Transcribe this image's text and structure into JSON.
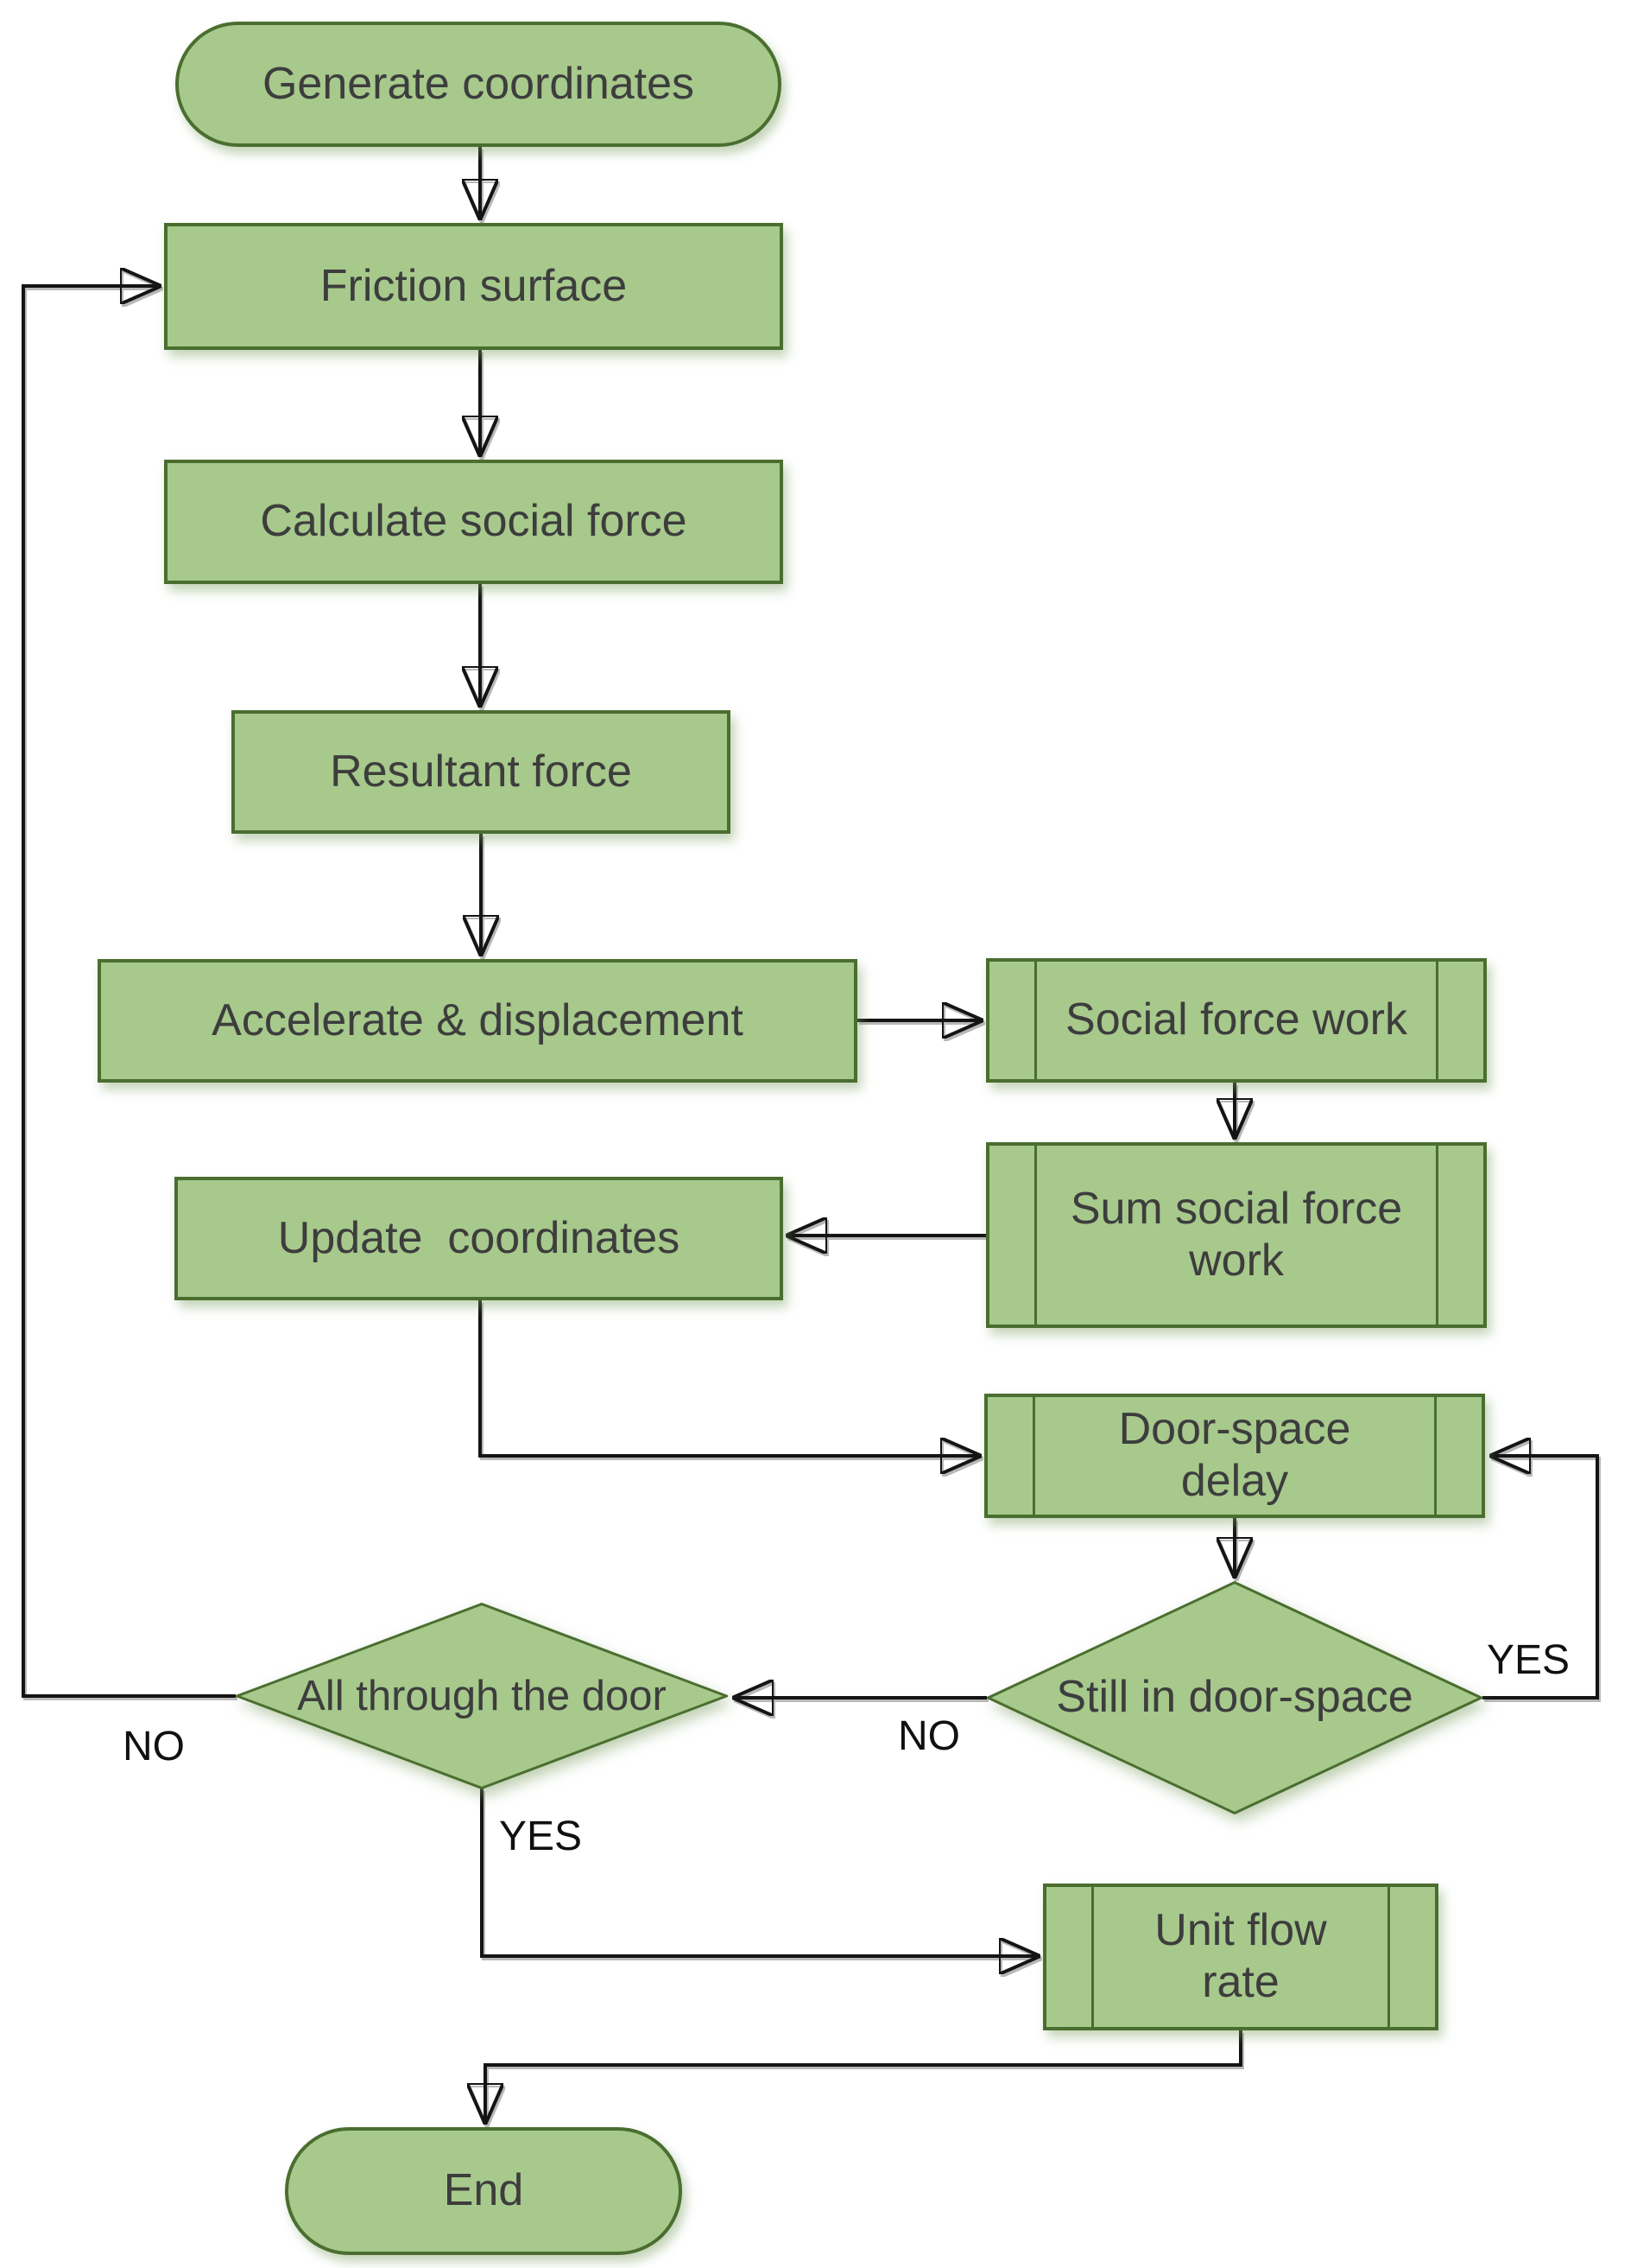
{
  "colors": {
    "node_fill": "#a7c98c",
    "node_border": "#4a6e2f",
    "node_text": "#3d3d3d",
    "edge_line": "#141414",
    "background": "#ffffff"
  },
  "nodes": {
    "start": {
      "label": "Generate coordinates",
      "type": "terminator"
    },
    "friction_surface": {
      "label": "Friction surface",
      "type": "process"
    },
    "calculate_social_force": {
      "label": "Calculate social force",
      "type": "process"
    },
    "resultant_force": {
      "label": "Resultant force",
      "type": "process"
    },
    "accelerate_displacement": {
      "label": "Accelerate & displacement",
      "type": "process"
    },
    "social_force_work": {
      "label": "Social force work",
      "type": "predefined-process"
    },
    "sum_social_force_work": {
      "label": "Sum social force\nwork",
      "type": "predefined-process"
    },
    "update_coordinates": {
      "label": "Update  coordinates",
      "type": "process"
    },
    "door_space_delay": {
      "label": "Door-space\ndelay",
      "type": "predefined-process"
    },
    "still_in_door_space": {
      "label": "Still in door-space",
      "type": "decision"
    },
    "all_through_door": {
      "label": "All through the door",
      "type": "decision"
    },
    "unit_flow_rate": {
      "label": "Unit flow\nrate",
      "type": "predefined-process"
    },
    "end": {
      "label": "End",
      "type": "terminator"
    }
  },
  "edge_labels": {
    "still_yes": "YES",
    "still_no": "NO",
    "all_no": "NO",
    "all_yes": "YES"
  },
  "edges": [
    {
      "from": "start",
      "to": "friction_surface"
    },
    {
      "from": "friction_surface",
      "to": "calculate_social_force"
    },
    {
      "from": "calculate_social_force",
      "to": "resultant_force"
    },
    {
      "from": "resultant_force",
      "to": "accelerate_displacement"
    },
    {
      "from": "accelerate_displacement",
      "to": "social_force_work"
    },
    {
      "from": "social_force_work",
      "to": "sum_social_force_work"
    },
    {
      "from": "sum_social_force_work",
      "to": "update_coordinates"
    },
    {
      "from": "update_coordinates",
      "to": "door_space_delay"
    },
    {
      "from": "door_space_delay",
      "to": "still_in_door_space"
    },
    {
      "from": "still_in_door_space",
      "to": "door_space_delay",
      "label": "YES"
    },
    {
      "from": "still_in_door_space",
      "to": "all_through_door",
      "label": "NO"
    },
    {
      "from": "all_through_door",
      "to": "friction_surface",
      "label": "NO"
    },
    {
      "from": "all_through_door",
      "to": "unit_flow_rate",
      "label": "YES"
    },
    {
      "from": "unit_flow_rate",
      "to": "end"
    }
  ]
}
